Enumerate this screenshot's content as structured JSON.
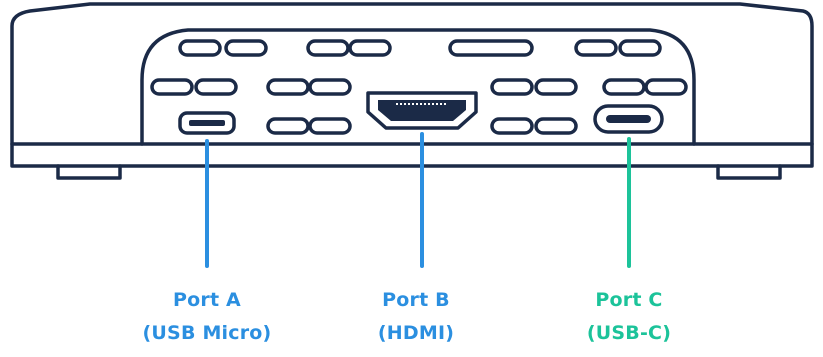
{
  "colors": {
    "outline": "#1b2a47",
    "port_a": "#2b8fe0",
    "port_b": "#2b8fe0",
    "port_c": "#1cc39a"
  },
  "ports": [
    {
      "id": "a",
      "name": "Port A",
      "type": "(USB Micro)",
      "icon": "usb-micro-port-icon"
    },
    {
      "id": "b",
      "name": "Port B",
      "type": "(HDMI)",
      "icon": "hdmi-port-icon"
    },
    {
      "id": "c",
      "name": "Port C",
      "type": "(USB-C)",
      "icon": "usb-c-port-icon"
    }
  ]
}
